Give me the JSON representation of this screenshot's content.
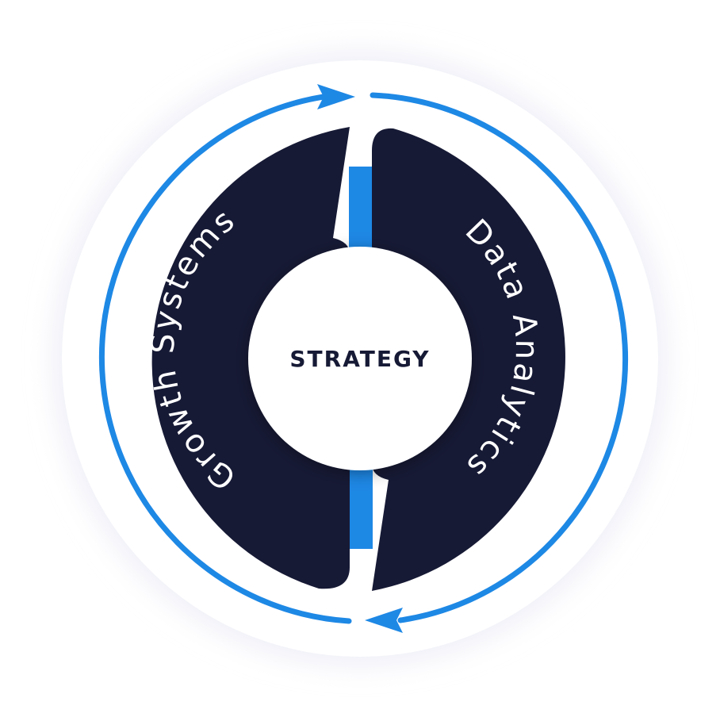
{
  "diagram": {
    "center_label": "STRATEGY",
    "left_segment_label": "Growth Systems",
    "right_segment_label": "Data Analytics",
    "colors": {
      "background": "#ffffff",
      "halo": "#ededf7",
      "segment": "#171a35",
      "accent_blue": "#1e88e5",
      "center_fill": "#ffffff",
      "center_text": "#171a35",
      "segment_text": "#ffffff"
    }
  }
}
